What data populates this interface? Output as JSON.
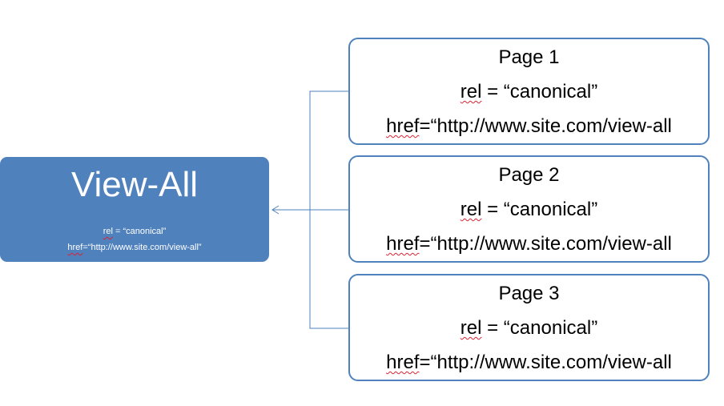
{
  "main": {
    "title": "View-All",
    "rel_word": "rel",
    "rel_rest": " = “canonical”",
    "href_word": "href",
    "href_rest": "=“http://www.site.com/view-all”"
  },
  "pages": [
    {
      "title": "Page 1",
      "rel_word": "rel",
      "rel_rest": " = “canonical”",
      "href_word": "href",
      "href_rest": "=“http://www.site.com/view-all"
    },
    {
      "title": "Page 2",
      "rel_word": "rel",
      "rel_rest": " = “canonical”",
      "href_word": "href",
      "href_rest": "=“http://www.site.com/view-all"
    },
    {
      "title": "Page 3",
      "rel_word": "rel",
      "rel_rest": " = “canonical”",
      "href_word": "href",
      "href_rest": "=“http://www.site.com/view-all"
    }
  ],
  "colors": {
    "accent": "#4f81bd",
    "spellcheck": "#dd2233"
  }
}
